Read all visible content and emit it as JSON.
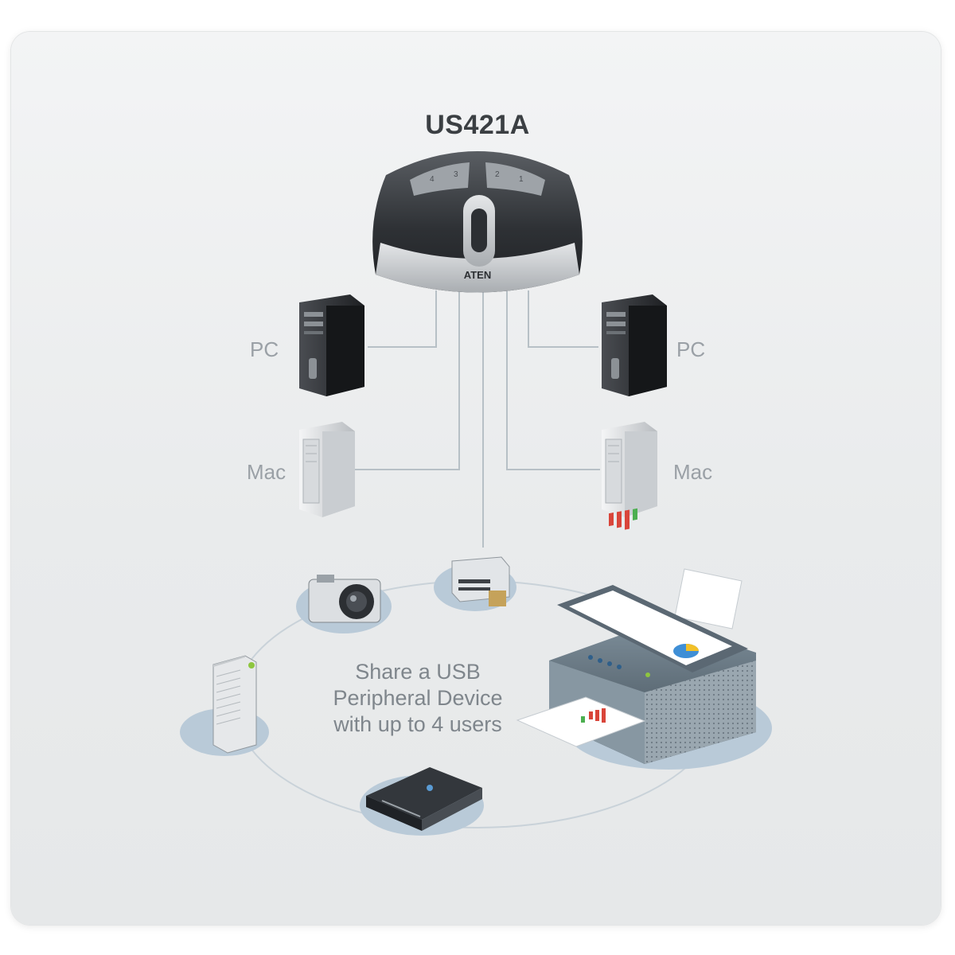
{
  "diagram": {
    "title": "US421A",
    "device_brand": "ATEN",
    "port_numbers": [
      "4",
      "3",
      "2",
      "1"
    ],
    "computers": {
      "left_pc": "PC",
      "right_pc": "PC",
      "left_mac": "Mac",
      "right_mac": "Mac"
    },
    "peripherals": {
      "caption_line1": "Share a USB",
      "caption_line2": "Peripheral Device",
      "caption_line3": "with up to 4 users",
      "items": [
        "card-reader-icon",
        "camera-icon",
        "external-hdd-icon",
        "scanner-icon",
        "printer-icon"
      ]
    },
    "colors": {
      "connector_line": "#b7c0c6",
      "ring": "#c9d2d9",
      "pad": "#b9cad8",
      "switch_body": "#3c3f44",
      "label": "#9aa0a6"
    }
  }
}
